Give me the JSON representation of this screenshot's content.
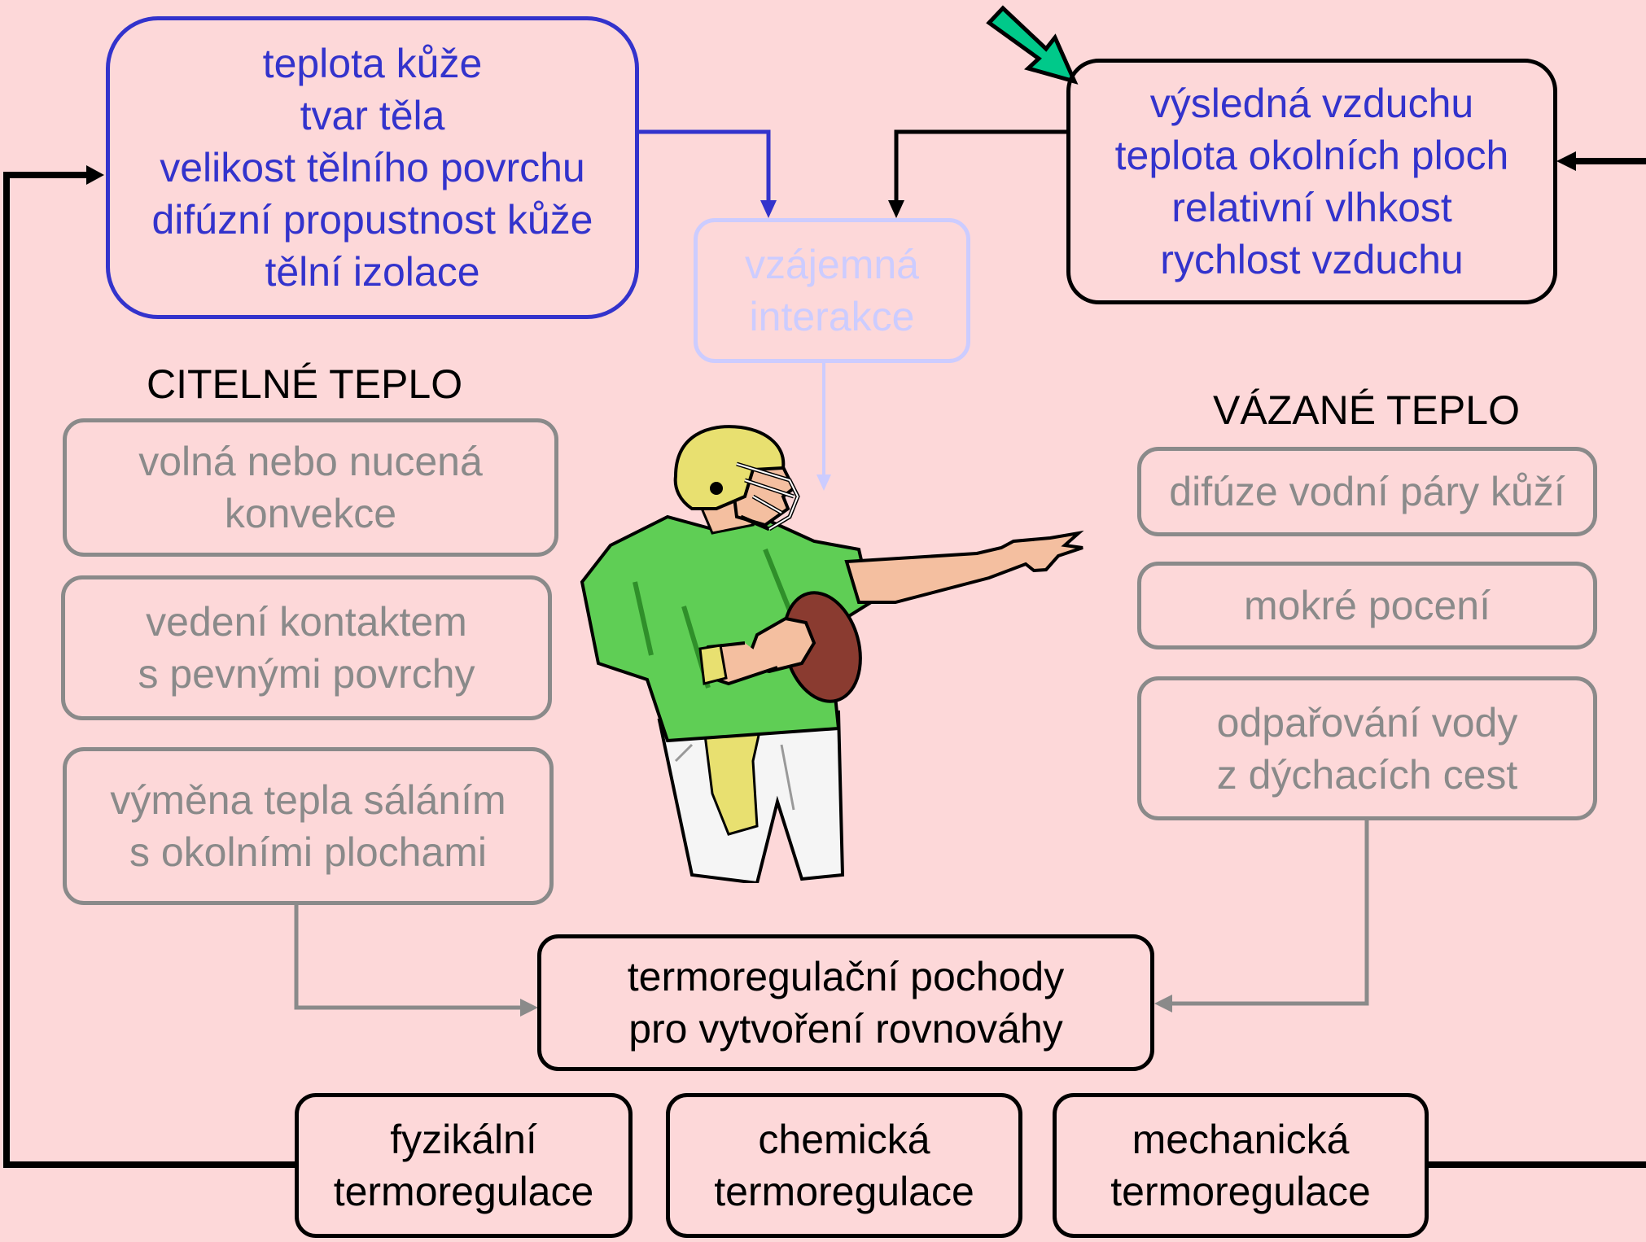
{
  "top_left_box": {
    "lines": [
      "teplota kůže",
      "tvar těla",
      "velikost tělního povrchu",
      "difúzní propustnost kůže",
      "tělní izolace"
    ]
  },
  "top_right_box": {
    "lines": [
      "výsledná vzduchu",
      "teplota okolních ploch",
      "relativní vlhkost",
      "rychlost vzduchu"
    ]
  },
  "interaction_box": {
    "lines": [
      "vzájemná",
      "interakce"
    ]
  },
  "sensible_heat": {
    "heading": "CITELNÉ TEPLO",
    "items": [
      {
        "lines": [
          "volná nebo nucená",
          "konvekce"
        ]
      },
      {
        "lines": [
          "vedení kontaktem",
          "s pevnými povrchy"
        ]
      },
      {
        "lines": [
          "výměna tepla sáláním",
          "s okolními plochami"
        ]
      }
    ]
  },
  "latent_heat": {
    "heading": "VÁZANÉ TEPLO",
    "items": [
      {
        "lines": [
          "difúze vodní páry kůží"
        ]
      },
      {
        "lines": [
          "mokré pocení"
        ]
      },
      {
        "lines": [
          "odpařování vody",
          "z dýchacích cest"
        ]
      }
    ]
  },
  "center_box": {
    "lines": [
      "termoregulační pochody",
      "pro vytvoření rovnováhy"
    ]
  },
  "bottom_boxes": [
    {
      "lines": [
        "fyzikální",
        "termoregulace"
      ]
    },
    {
      "lines": [
        "chemická",
        "termoregulace"
      ]
    },
    {
      "lines": [
        "mechanická",
        "termoregulace"
      ]
    }
  ],
  "colors": {
    "background": "#fdd8d9",
    "blue": "#3333cc",
    "faint": "#ccccff",
    "grey": "#8a8a8a",
    "black": "#000000",
    "teal_arrow": "#00c98a"
  },
  "icons": [
    "football-player-illustration",
    "teal-arrow-icon"
  ]
}
